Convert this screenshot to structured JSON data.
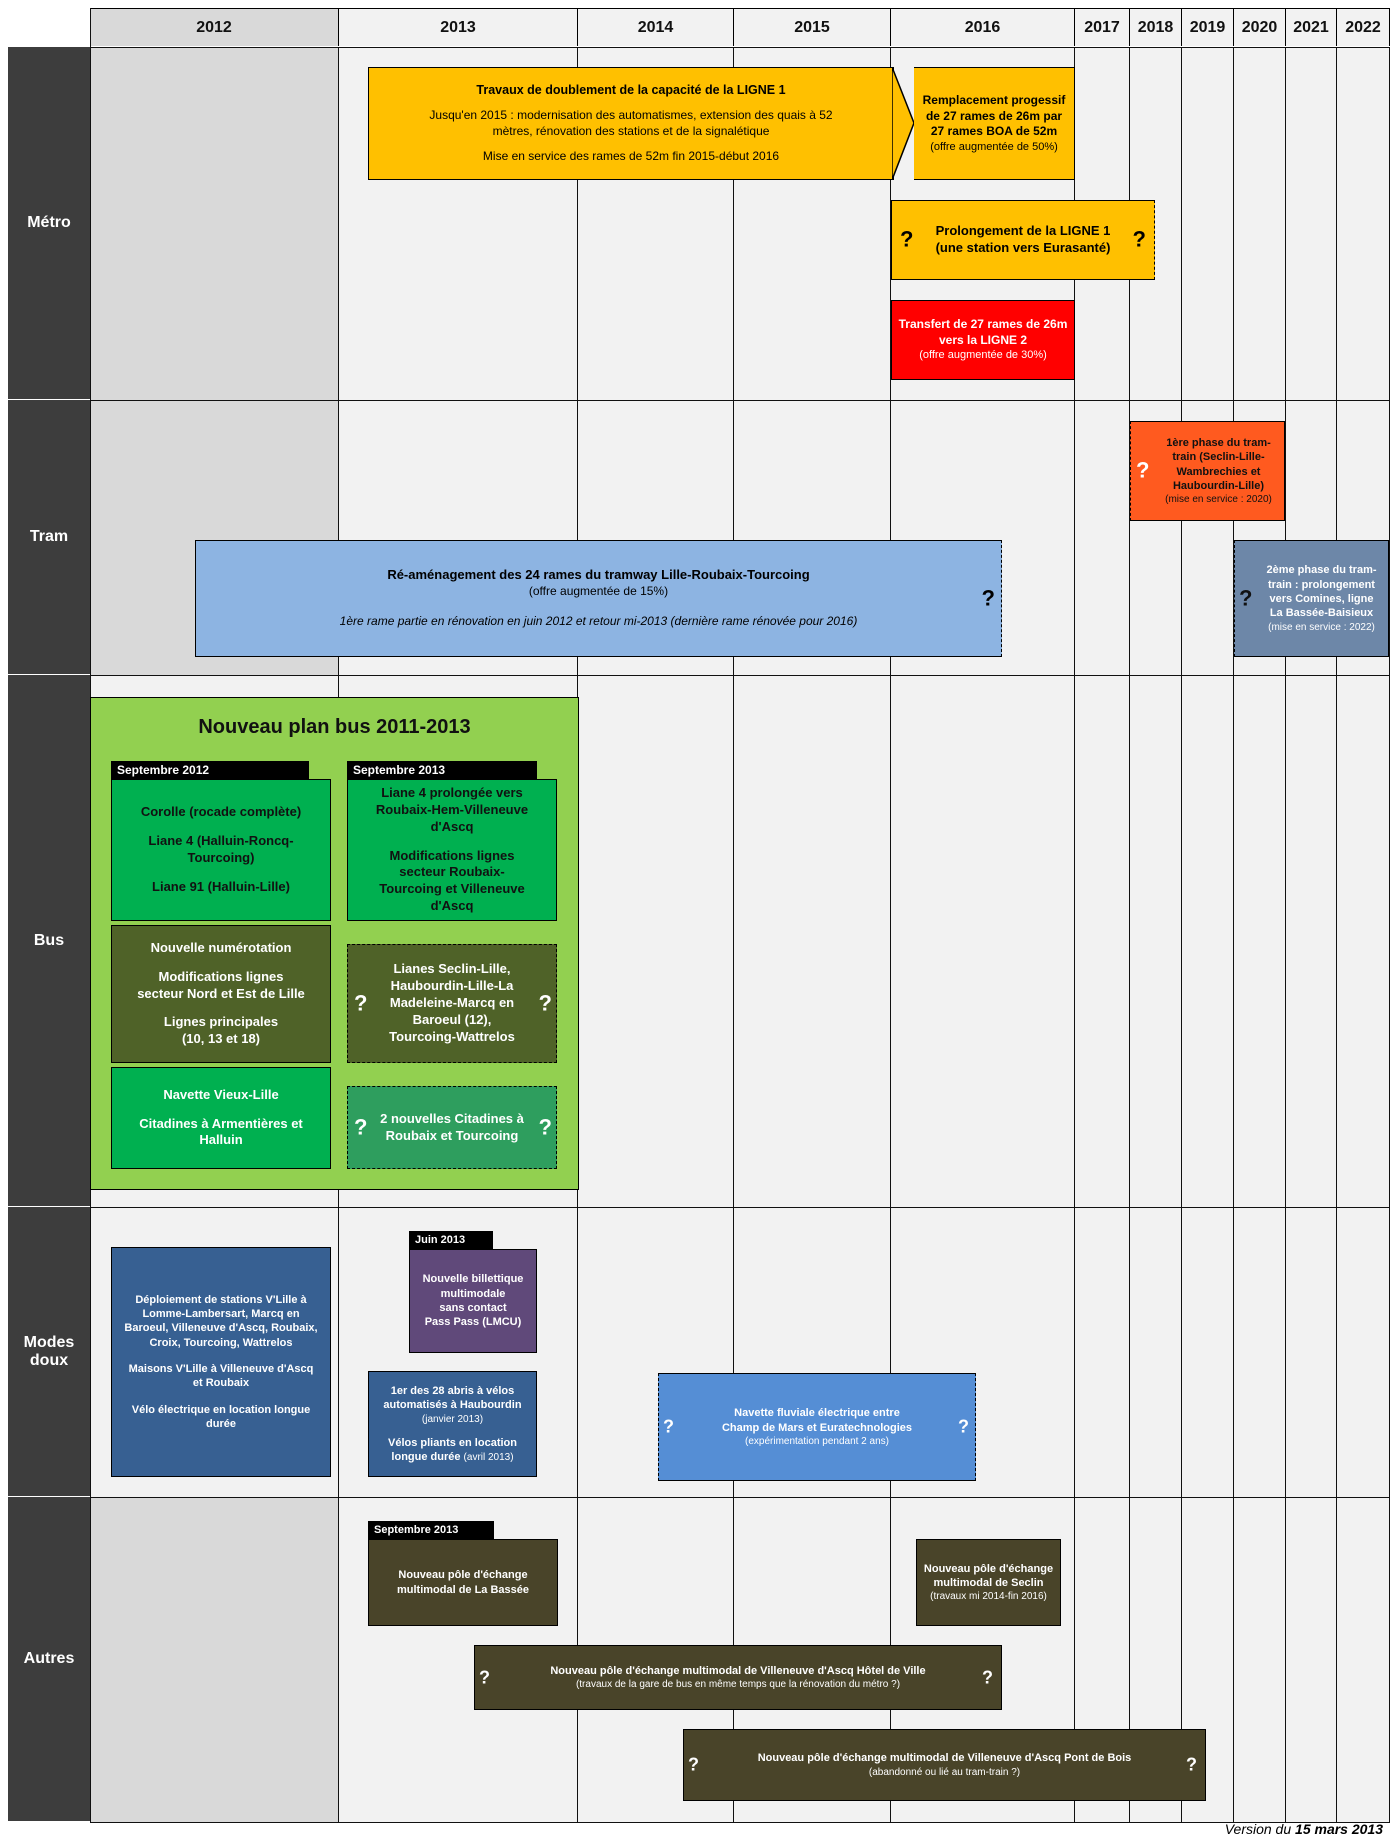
{
  "chart_data": {
    "type": "table",
    "years": [
      "2012",
      "2013",
      "2014",
      "2015",
      "2016",
      "2017",
      "2018",
      "2019",
      "2020",
      "2021",
      "2022"
    ],
    "rows": [
      "Métro",
      "Tram",
      "Bus",
      "Modes doux",
      "Autres"
    ]
  },
  "metro": {
    "doublement": {
      "title": "Travaux de doublement de la capacité de la LIGNE 1",
      "l1": "Jusqu'en 2015 : modernisation des automatismes, extension des quais à 52",
      "l2": "mètres, rénovation des stations et de la signalétique",
      "l3": "Mise en service des rames de 52m fin 2015-début 2016"
    },
    "remplacement": {
      "l1": "Remplacement progessif",
      "l2": "de 27 rames de 26m par",
      "l3": "27 rames BOA de 52m",
      "l4": "(offre augmentée de 50%)"
    },
    "prolongement": {
      "l1": "Prolongement de la LIGNE 1",
      "l2": "(une station vers Eurasanté)",
      "q": "?"
    },
    "transfert": {
      "l1": "Transfert de 27 rames de 26m",
      "l2": "vers la LIGNE 2",
      "l3": "(offre augmentée de 30%)"
    }
  },
  "tram": {
    "phase1": {
      "l1": "1ère phase du tram-",
      "l2": "train (Seclin-Lille-",
      "l3": "Wambrechies et",
      "l4": "Haubourdin-Lille)",
      "l5": "(mise en service : 2020)",
      "q": "?"
    },
    "reamenagement": {
      "l1": "Ré-aménagement des 24 rames du tramway Lille-Roubaix-Tourcoing",
      "l2": "(offre augmentée de 15%)",
      "l3": "1ère rame partie en rénovation en juin 2012 et retour mi-2013 (dernière rame rénovée pour 2016)",
      "q": "?"
    },
    "phase2": {
      "l1": "2ème phase du tram-",
      "l2": "train : prolongement",
      "l3": "vers Comines, ligne",
      "l4": "La Bassée-Baisieux",
      "l5": "(mise en service : 2022)",
      "q": "?"
    }
  },
  "bus": {
    "title": "Nouveau plan bus 2011-2013",
    "tag2012": "Septembre 2012",
    "tag2013": "Septembre 2013",
    "corolle": {
      "l1": "Corolle (rocade complète)",
      "l2": "Liane 4 (Halluin-Roncq-",
      "l3": "Tourcoing)",
      "l4": "Liane 91 (Halluin-Lille)"
    },
    "numerotation": {
      "l1": "Nouvelle numérotation",
      "l2": "Modifications lignes",
      "l3": "secteur Nord et Est de Lille",
      "l4": "Lignes principales",
      "l5": "(10, 13 et 18)"
    },
    "navette": {
      "l1": "Navette Vieux-Lille",
      "l2": "Citadines à Armentières et",
      "l3": "Halluin"
    },
    "liane4": {
      "l1": "Liane 4 prolongée vers",
      "l2": "Roubaix-Hem-Villeneuve",
      "l3": "d'Ascq",
      "l4": "Modifications lignes",
      "l5": "secteur Roubaix-",
      "l6": "Tourcoing et Villeneuve",
      "l7": "d'Ascq"
    },
    "lianes": {
      "l1": "Lianes Seclin-Lille,",
      "l2": "Haubourdin-Lille-La",
      "l3": "Madeleine-Marcq en",
      "l4": "Baroeul (12),",
      "l5": "Tourcoing-Wattrelos",
      "q": "?"
    },
    "citadines": {
      "l1": "2 nouvelles Citadines à",
      "l2": "Roubaix et Tourcoing",
      "q": "?"
    }
  },
  "doux": {
    "vlille": {
      "l1": "Déploiement de stations V'Lille à",
      "l2": "Lomme-Lambersart, Marcq en",
      "l3": "Baroeul, Villeneuve d'Ascq, Roubaix,",
      "l4": "Croix, Tourcoing, Wattrelos",
      "l5": "Maisons V'Lille à Villeneuve d'Ascq",
      "l6": "et Roubaix",
      "l7": "Vélo électrique en location longue",
      "l8": "durée"
    },
    "tagjuin": "Juin 2013",
    "billettique": {
      "l1": "Nouvelle billettique",
      "l2": "multimodale",
      "l3": "sans contact",
      "l4": "Pass Pass (LMCU)"
    },
    "abris": {
      "l1": "1er des 28 abris à vélos",
      "l2": "automatisés à Haubourdin",
      "l3": "(janvier 2013)",
      "l4": "Vélos pliants en location",
      "l5": "longue durée",
      "l5b": "(avril 2013)"
    },
    "fluviale": {
      "l1": "Navette fluviale électrique entre",
      "l2": "Champ de Mars et Euratechnologies",
      "l3": "(expérimentation pendant 2 ans)",
      "q": "?"
    }
  },
  "autres": {
    "tagsept": "Septembre 2013",
    "bassee": {
      "l1": "Nouveau pôle d'échange",
      "l2": "multimodal de La Bassée"
    },
    "seclin": {
      "l1": "Nouveau pôle d'échange",
      "l2": "multimodal de Seclin",
      "l3": "(travaux mi 2014-fin 2016)"
    },
    "hotel": {
      "l1": "Nouveau pôle d'échange multimodal de Villeneuve d'Ascq Hôtel de Ville",
      "l2": "(travaux de la gare de bus en même temps que la rénovation du métro ?)",
      "q": "?"
    },
    "pont": {
      "l1": "Nouveau pôle d'échange multimodal de Villeneuve d'Ascq Pont de Bois",
      "l2": "(abandonné ou lié au tram-train ?)",
      "q": "?"
    }
  },
  "footer": {
    "prefix": "Version du",
    "date": "15 mars 2013"
  }
}
